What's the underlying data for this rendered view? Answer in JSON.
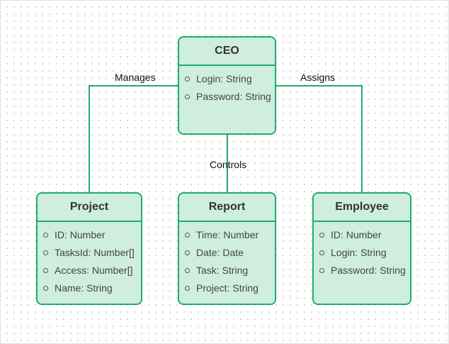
{
  "nodes": {
    "ceo": {
      "title": "CEO",
      "attributes": [
        "Login: String",
        "Password: String"
      ]
    },
    "project": {
      "title": "Project",
      "attributes": [
        "ID: Number",
        "TasksId: Number[]",
        "Access: Number[]",
        "Name: String"
      ]
    },
    "report": {
      "title": "Report",
      "attributes": [
        "Time: Number",
        "Date: Date",
        "Task: String",
        "Project: String"
      ]
    },
    "employee": {
      "title": "Employee",
      "attributes": [
        "ID: Number",
        "Login: String",
        "Password: String"
      ]
    }
  },
  "edges": {
    "manages": "Manages",
    "controls": "Controls",
    "assigns": "Assigns"
  },
  "colors": {
    "node_fill": "#cfeee0",
    "node_border": "#1fae6b",
    "link": "#1fae6b"
  }
}
